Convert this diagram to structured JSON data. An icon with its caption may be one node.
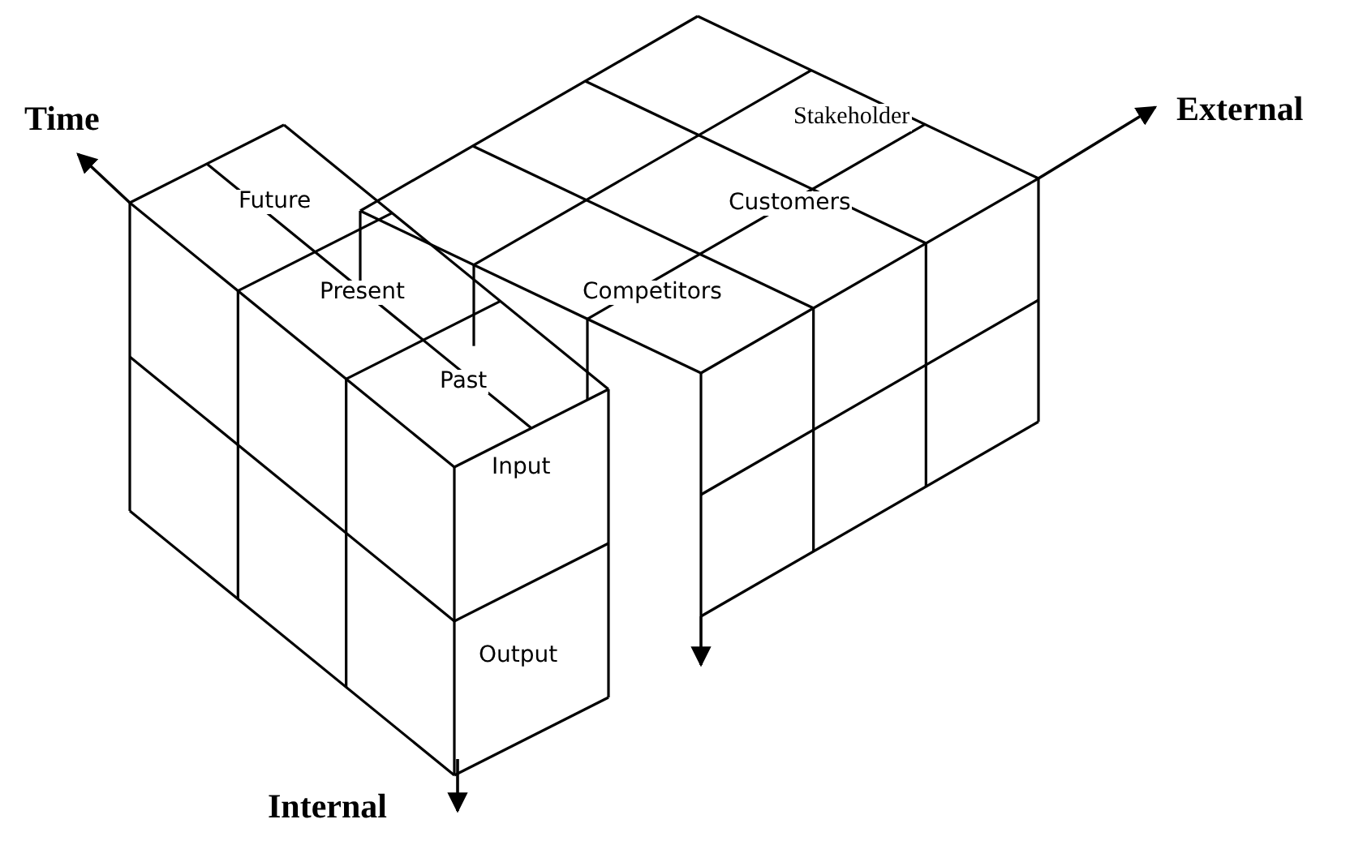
{
  "diagram": {
    "labels": [
      "Time",
      "External",
      "Stakeholder",
      "Customers",
      "Future",
      "Present",
      "Competitors",
      "Past",
      "Input",
      "Output",
      "Internal"
    ]
  }
}
